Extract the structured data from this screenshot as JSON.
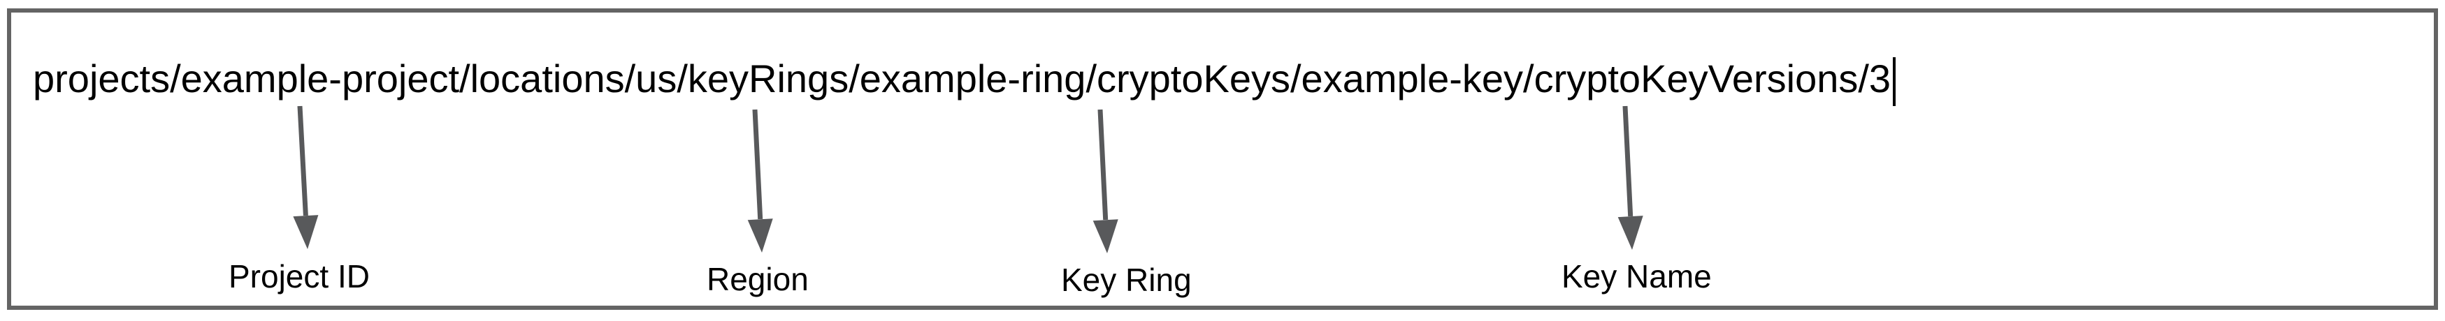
{
  "figure": {
    "resource_path": "projects/example-project/locations/us/keyRings/example-ring/cryptoKeys/example-key/cryptoKeyVersions/3",
    "annotations": [
      {
        "label": "Project ID",
        "points_to_segment": "example-project"
      },
      {
        "label": "Region",
        "points_to_segment": "us"
      },
      {
        "label": "Key Ring",
        "points_to_segment": "example-ring"
      },
      {
        "label": "Key Name",
        "points_to_segment": "example-key"
      }
    ],
    "colors": {
      "arrow": "#58595B",
      "frame_border": "#646464",
      "text": "#000000",
      "background": "#FFFFFF"
    }
  }
}
